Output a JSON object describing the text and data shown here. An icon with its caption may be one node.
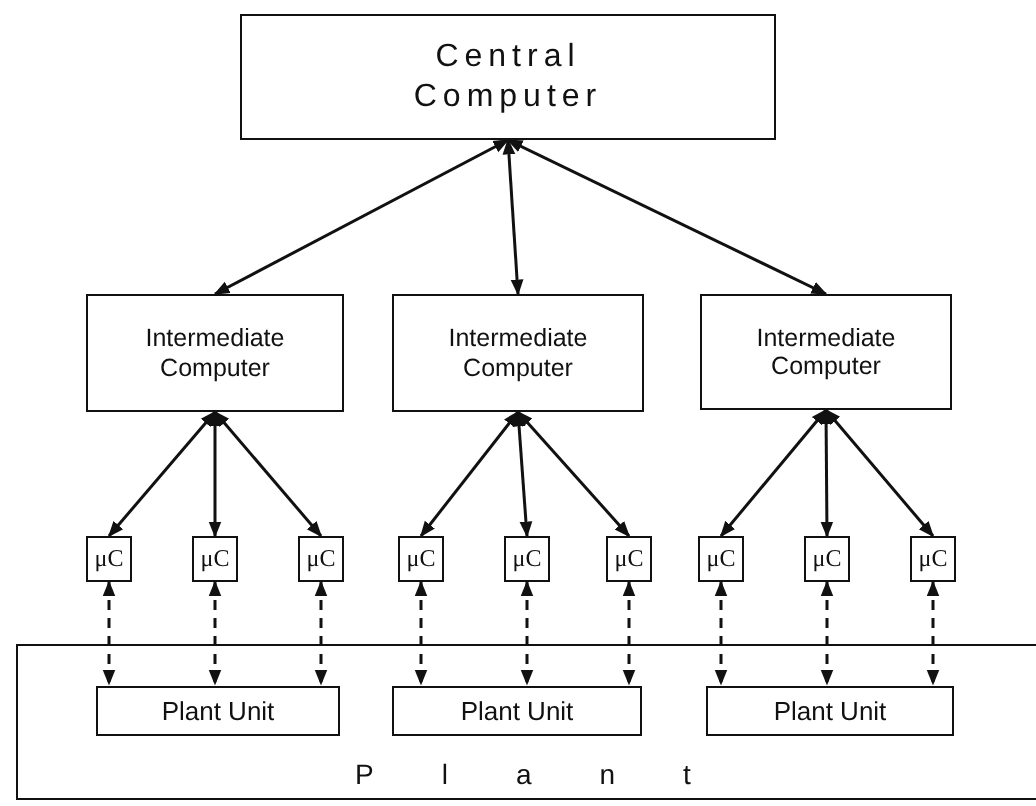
{
  "diagram": {
    "nodes": [
      {
        "text": [
          "Central Computer"
        ]
      },
      {
        "text": [
          "Intermediate Computer"
        ]
      },
      {
        "text": [
          "Intermediate Computer"
        ]
      },
      {
        "text": [
          "Intermediate Computer"
        ]
      },
      {
        "text": [
          "μC"
        ]
      },
      {
        "text": [
          "μC"
        ]
      },
      {
        "text": [
          "μC"
        ]
      },
      {
        "text": [
          "μC"
        ]
      },
      {
        "text": [
          "μC"
        ]
      },
      {
        "text": [
          "μC"
        ]
      },
      {
        "text": [
          "μC"
        ]
      },
      {
        "text": [
          "μC"
        ]
      },
      {
        "text": [
          "μC"
        ]
      },
      {
        "text": [
          "Plant"
        ]
      },
      {
        "text": [
          "Plant Unit"
        ],
        "in": 13
      },
      {
        "text": [
          "Plant Unit"
        ],
        "in": 13
      },
      {
        "text": [
          "Plant Unit"
        ],
        "in": 13
      }
    ],
    "edges": [
      {
        "from": 0,
        "to": 1,
        "arrow": "both"
      },
      {
        "from": 0,
        "to": 2,
        "arrow": "both"
      },
      {
        "from": 0,
        "to": 3,
        "arrow": "both"
      },
      {
        "from": 1,
        "to": 4,
        "arrow": "both"
      },
      {
        "from": 1,
        "to": 5,
        "arrow": "both"
      },
      {
        "from": 1,
        "to": 6,
        "arrow": "both"
      },
      {
        "from": 2,
        "to": 7,
        "arrow": "both"
      },
      {
        "from": 2,
        "to": 8,
        "arrow": "both"
      },
      {
        "from": 2,
        "to": 9,
        "arrow": "both"
      },
      {
        "from": 3,
        "to": 10,
        "arrow": "both"
      },
      {
        "from": 3,
        "to": 11,
        "arrow": "both"
      },
      {
        "from": 3,
        "to": 12,
        "arrow": "both"
      },
      {
        "from": 4,
        "to": 14,
        "arrow": "both",
        "style": "dashed"
      },
      {
        "from": 5,
        "to": 14,
        "arrow": "both",
        "style": "dashed"
      },
      {
        "from": 6,
        "to": 14,
        "arrow": "both",
        "style": "dashed"
      },
      {
        "from": 7,
        "to": 15,
        "arrow": "both",
        "style": "dashed"
      },
      {
        "from": 8,
        "to": 15,
        "arrow": "both",
        "style": "dashed"
      },
      {
        "from": 9,
        "to": 15,
        "arrow": "both",
        "style": "dashed"
      },
      {
        "from": 10,
        "to": 16,
        "arrow": "both",
        "style": "dashed"
      },
      {
        "from": 11,
        "to": 16,
        "arrow": "both",
        "style": "dashed"
      },
      {
        "from": 12,
        "to": 16,
        "arrow": "both",
        "style": "dashed"
      }
    ]
  }
}
